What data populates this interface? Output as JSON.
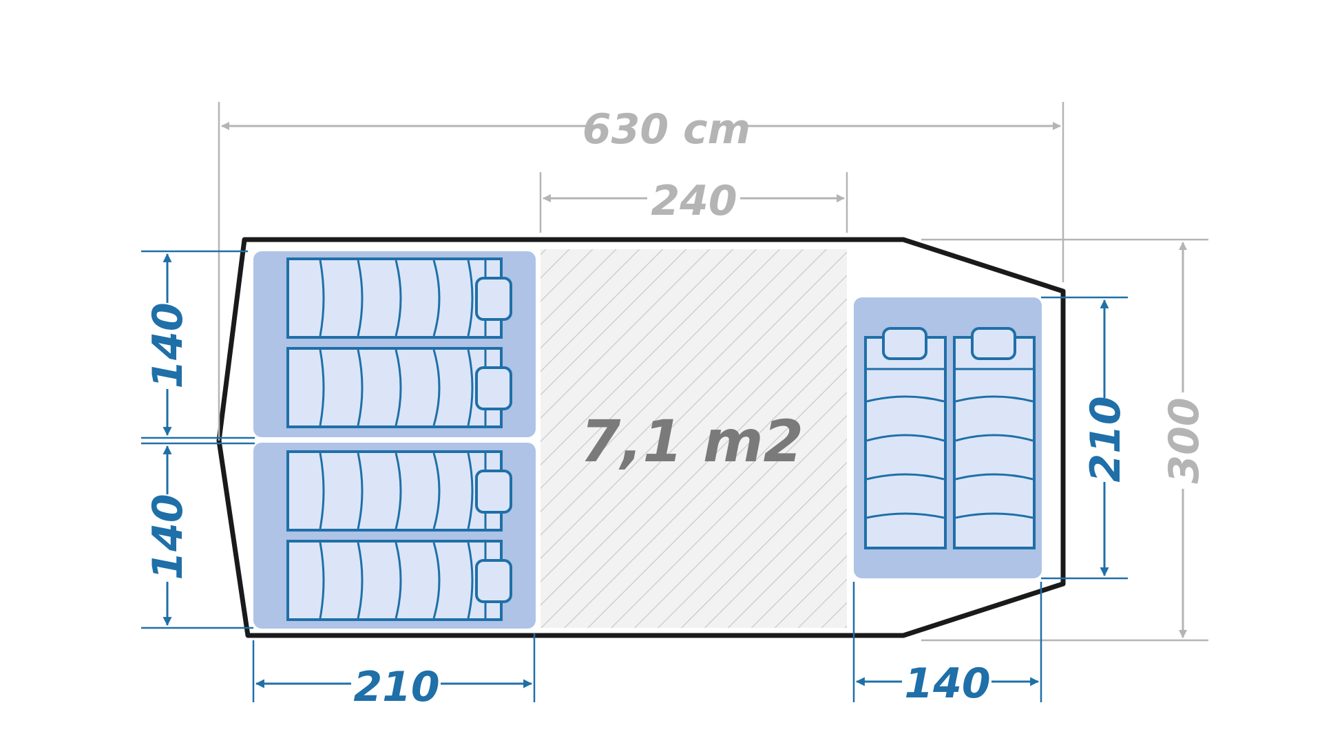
{
  "diagram": {
    "overall_length": "630 cm",
    "living_length": "240",
    "living_area": "7,1 m2",
    "left_room_width_1": "140",
    "left_room_width_2": "140",
    "left_room_depth": "210",
    "right_room_depth": "210",
    "right_room_width": "140",
    "overall_width": "300"
  },
  "colors": {
    "outline": "#1a1a1a",
    "grey_dim": "#b4b4b4",
    "blue_dim": "#1f6fa8",
    "room_fill": "#aec3e6",
    "bag_fill": "#dbe5f7",
    "bag_stroke": "#1f6fa8",
    "floor_fill": "#f2f2f2",
    "hatch": "#cfcfcf",
    "area_text": "#7a7a7a"
  },
  "icons": [
    "sleeping-bag-icon",
    "pillow-icon",
    "dimension-arrow-icon"
  ]
}
